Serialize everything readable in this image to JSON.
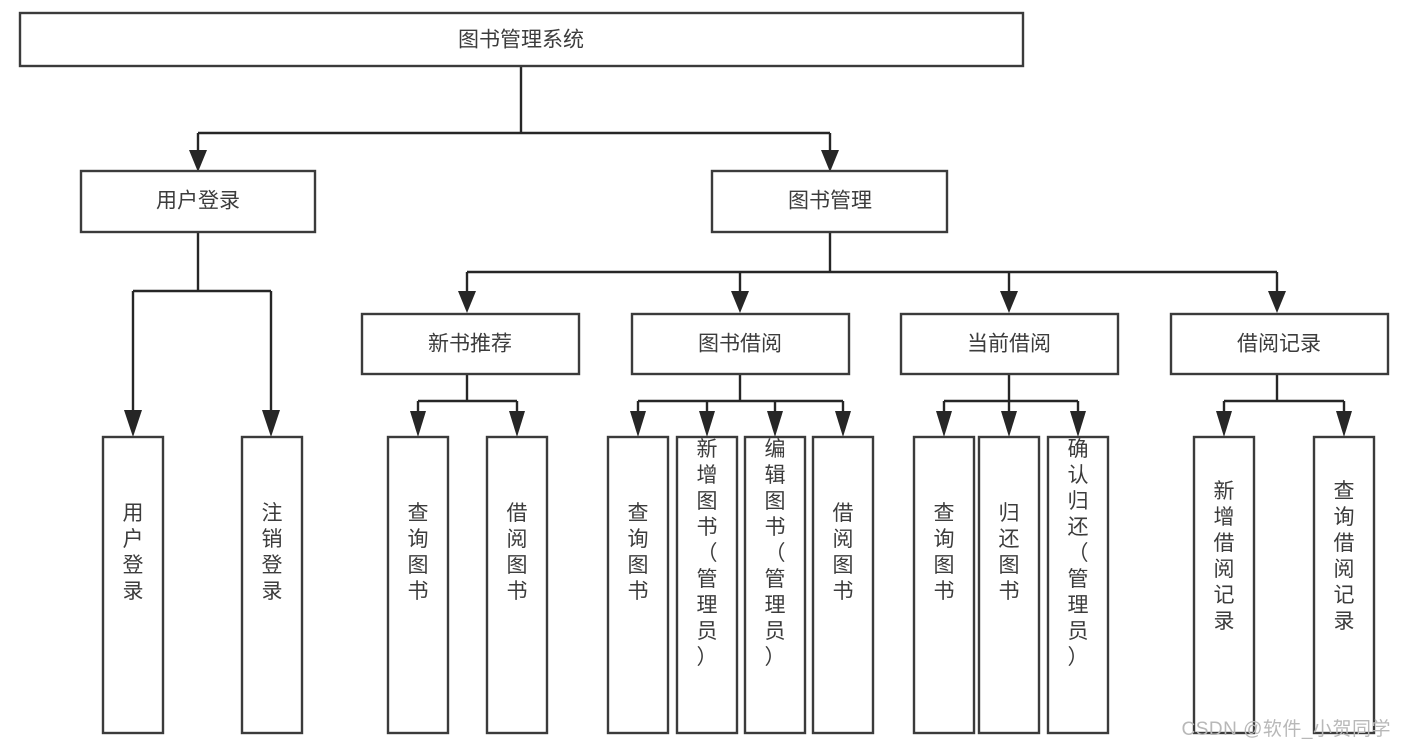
{
  "diagram": {
    "type": "tree",
    "title": "图书管理系统",
    "watermark": "CSDN @软件_小贺同学",
    "colors": {
      "box_fill": "#ffffff",
      "box_stroke": "#3b3b3b",
      "edge": "#262626",
      "text": "#3c3c3c",
      "watermark": "#b8b8b8",
      "background": "#ffffff"
    },
    "nodes": {
      "root": {
        "label": "图书管理系统"
      },
      "level2": [
        {
          "label": "用户登录"
        },
        {
          "label": "图书管理"
        }
      ],
      "level3": [
        {
          "label": "新书推荐"
        },
        {
          "label": "图书借阅"
        },
        {
          "label": "当前借阅"
        },
        {
          "label": "借阅记录"
        }
      ],
      "leaves_user_login": [
        {
          "label": "用户登录"
        },
        {
          "label": "注销登录"
        }
      ],
      "leaves_new_books": [
        {
          "label": "查询图书"
        },
        {
          "label": "借阅图书"
        }
      ],
      "leaves_book_borrow": [
        {
          "label": "查询图书"
        },
        {
          "label": "新增图书（管理员）"
        },
        {
          "label": "编辑图书（管理员）"
        },
        {
          "label": "借阅图书"
        }
      ],
      "leaves_current_borrow": [
        {
          "label": "查询图书"
        },
        {
          "label": "归还图书"
        },
        {
          "label": "确认归还（管理员）"
        }
      ],
      "leaves_borrow_records": [
        {
          "label": "新增借阅记录"
        },
        {
          "label": "查询借阅记录"
        }
      ]
    }
  }
}
